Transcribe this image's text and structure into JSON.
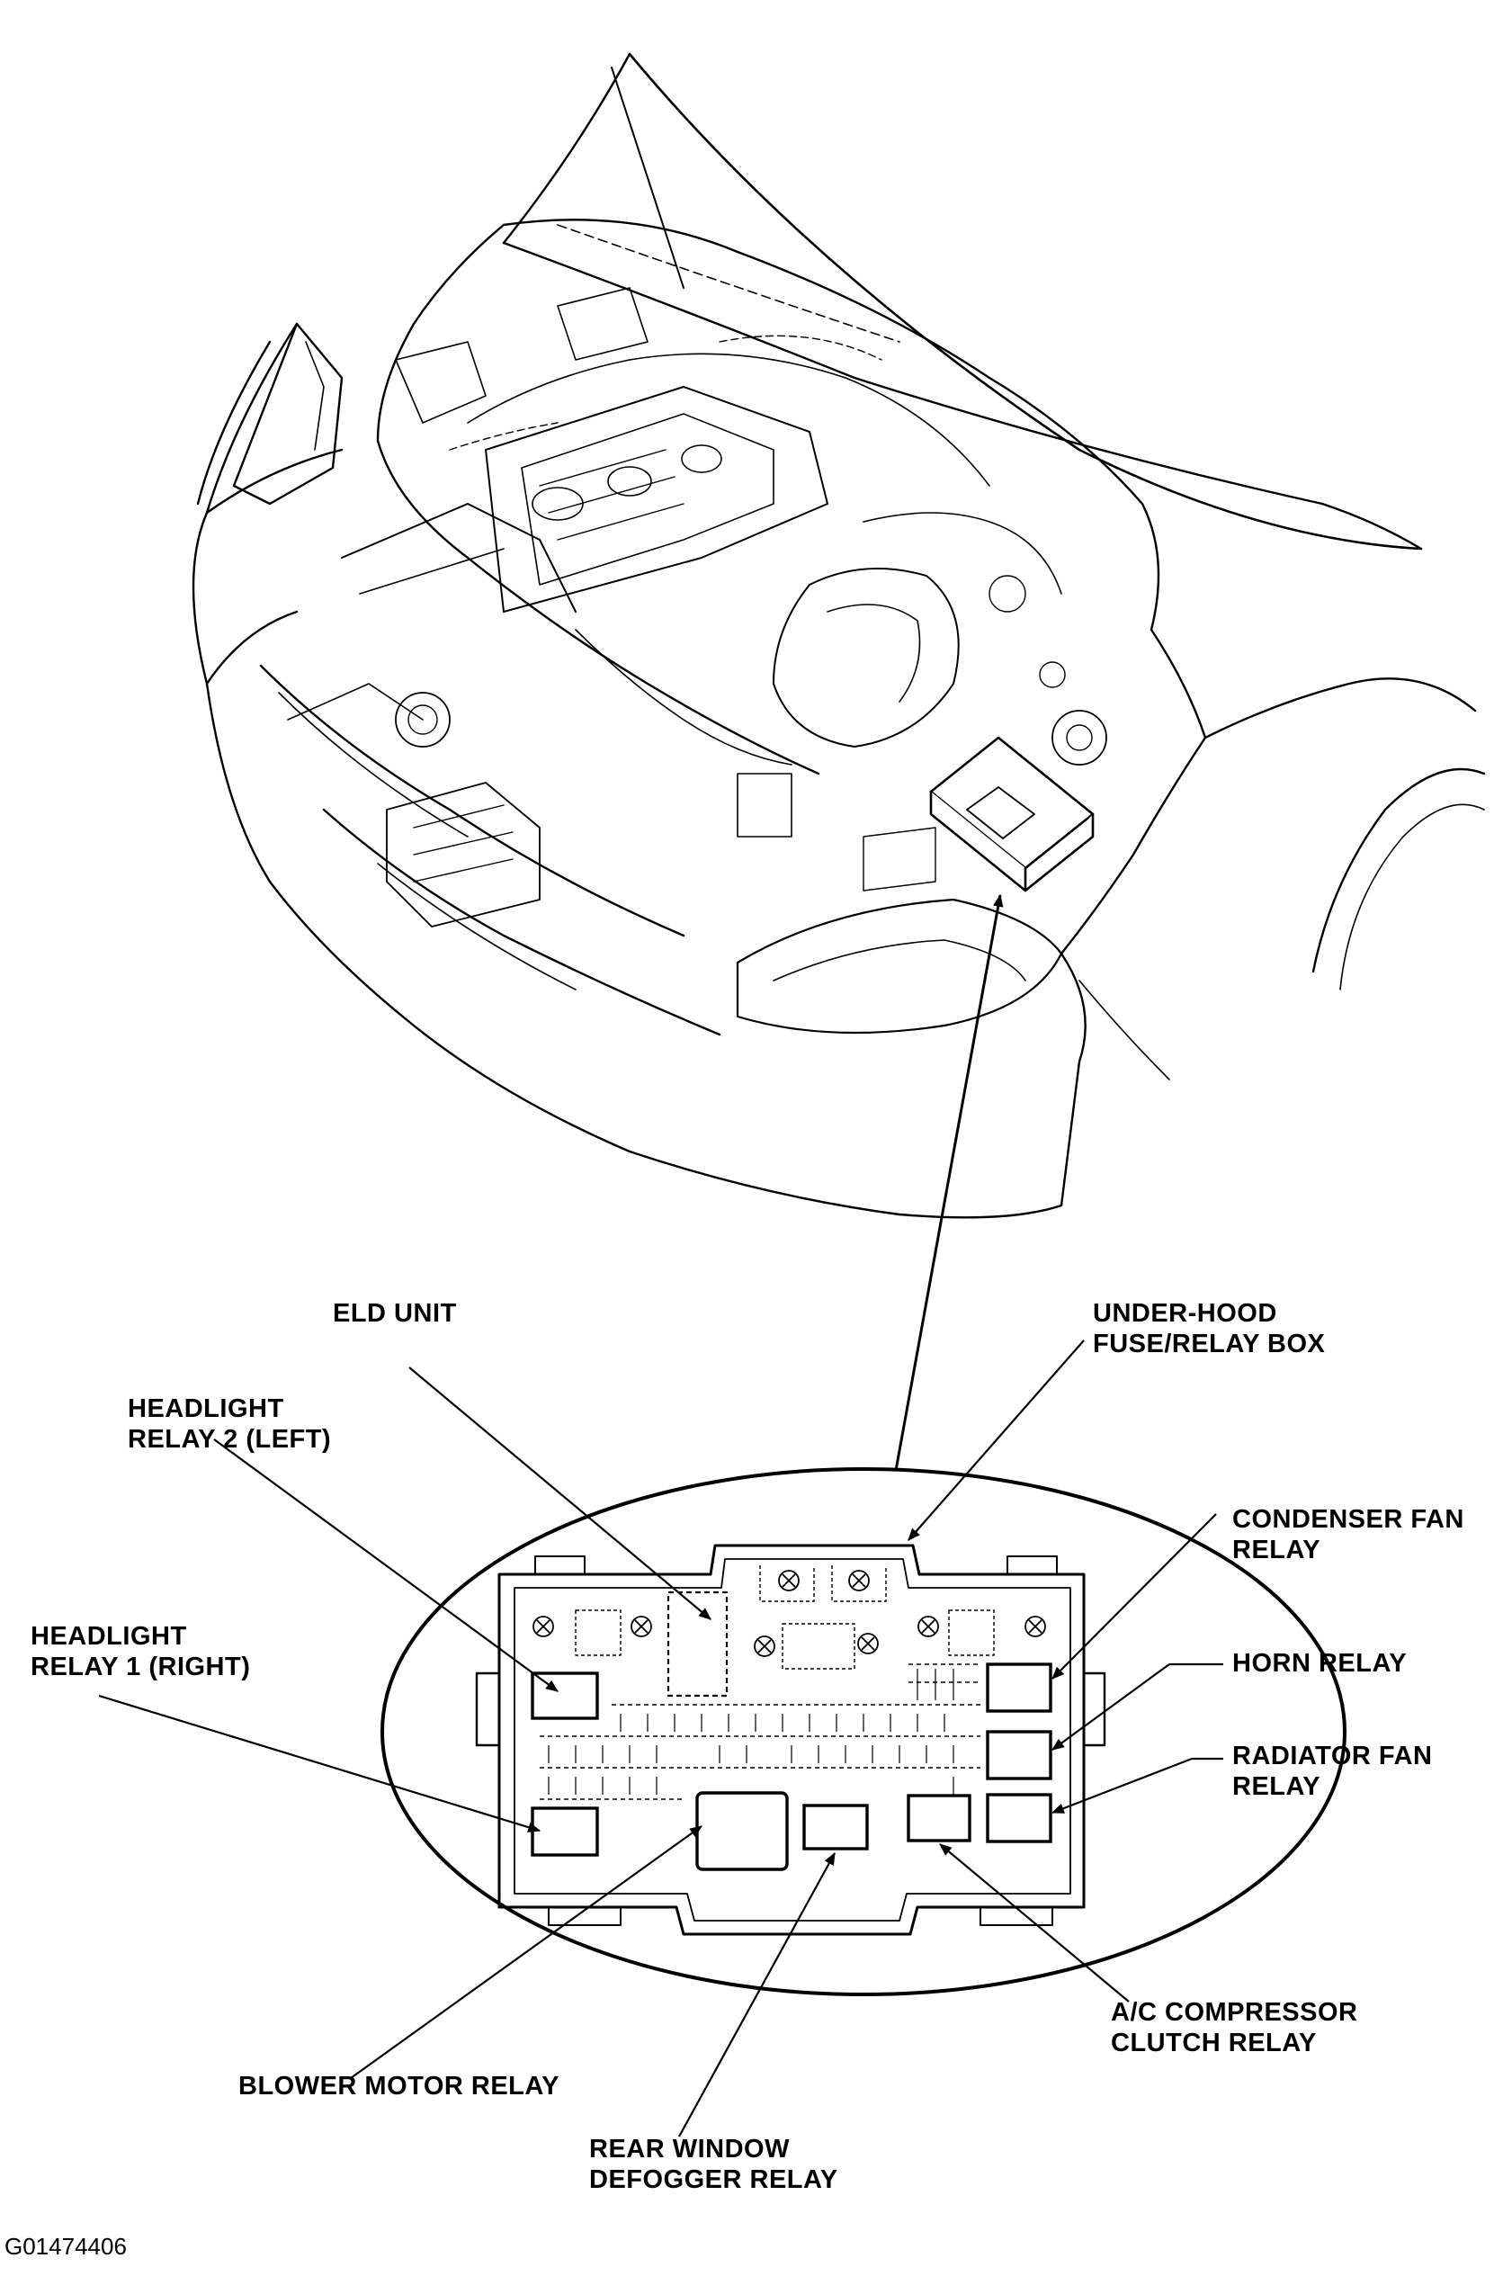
{
  "labels": {
    "eld_unit": "ELD UNIT",
    "under_hood_1": "UNDER-HOOD",
    "under_hood_2": "FUSE/RELAY BOX",
    "headlight_relay_2_1": "HEADLIGHT",
    "headlight_relay_2_2": "RELAY 2 (LEFT)",
    "headlight_relay_1_1": "HEADLIGHT",
    "headlight_relay_1_2": "RELAY 1 (RIGHT)",
    "condenser_fan_1": "CONDENSER FAN",
    "condenser_fan_2": "RELAY",
    "horn_relay": "HORN RELAY",
    "radiator_fan_1": "RADIATOR FAN",
    "radiator_fan_2": "RELAY",
    "ac_compressor_1": "A/C COMPRESSOR",
    "ac_compressor_2": "CLUTCH RELAY",
    "blower_motor": "BLOWER MOTOR RELAY",
    "rear_window_1": "REAR WINDOW",
    "rear_window_2": "DEFOGGER RELAY"
  },
  "figure_ref": "G01474406"
}
